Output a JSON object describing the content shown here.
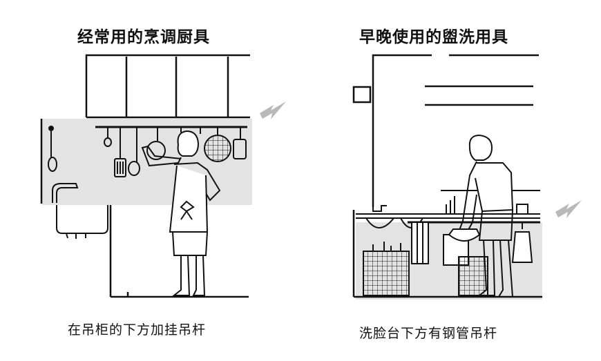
{
  "left_panel": {
    "title": "经常用的烹调厨具",
    "caption": "在吊柜的下方加挂吊杆"
  },
  "right_panel": {
    "title": "早晚使用的盥洗用具",
    "caption": "洗脸台下方有钢管吊杆"
  },
  "colors": {
    "highlight_band": "#e3e3e3",
    "ink": "#111111",
    "arrow": "#b9b9b9"
  }
}
